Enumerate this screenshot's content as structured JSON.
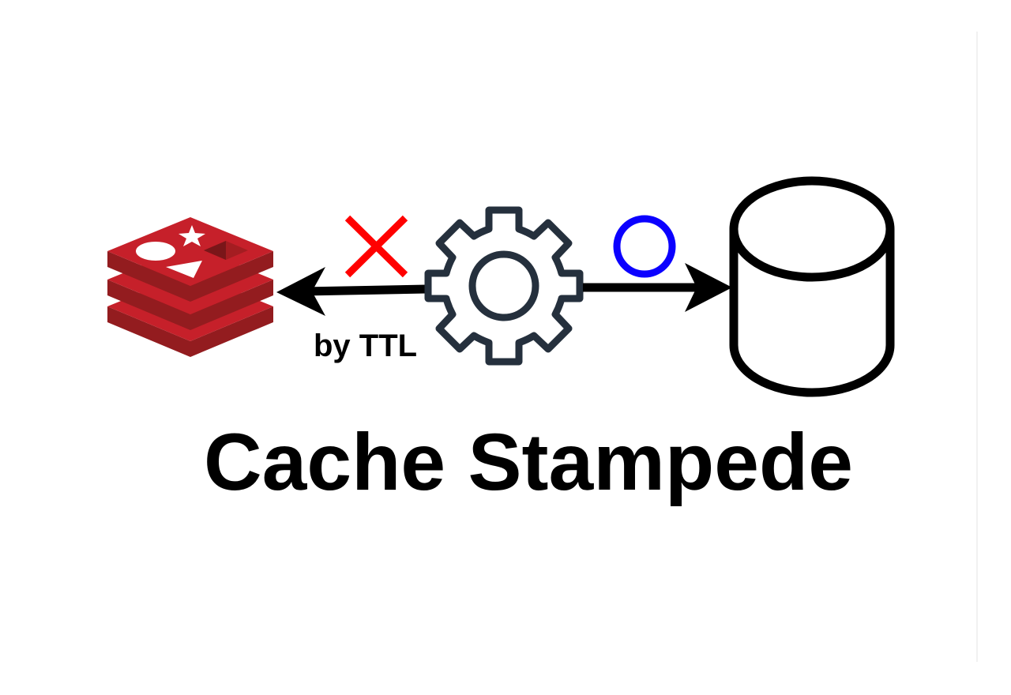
{
  "diagram": {
    "title": "Cache Stampede",
    "nodes": [
      {
        "id": "cache",
        "icon": "redis-logo-icon",
        "role": "cache"
      },
      {
        "id": "app",
        "icon": "gear-icon",
        "role": "application"
      },
      {
        "id": "db",
        "icon": "database-cylinder-icon",
        "role": "database"
      }
    ],
    "edges": [
      {
        "from": "app",
        "to": "cache",
        "label": "by TTL",
        "status_icon": "cross-icon",
        "status": "fail"
      },
      {
        "from": "app",
        "to": "db",
        "status_icon": "circle-icon",
        "status": "ok"
      }
    ],
    "labels": {
      "cache_edge": "by TTL"
    },
    "colors": {
      "redis_red": "#c6202a",
      "redis_dark": "#931c1f",
      "gear": "#25303d",
      "cross": "#ff0000",
      "circle": "#0b00ff",
      "arrow": "#000000"
    }
  }
}
